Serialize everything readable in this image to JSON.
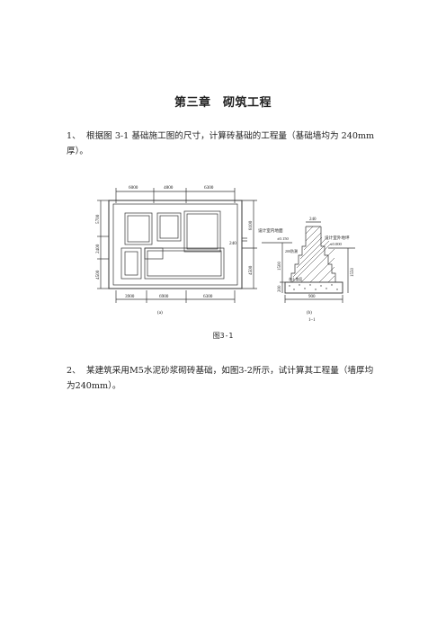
{
  "document": {
    "chapter_title": "第三章　砌筑工程",
    "questions": [
      {
        "number": "1、",
        "text": "根据图 3-1 基础施工图的尺寸，计算砖基础的工程量（基础墙均为 240mm 厚）。"
      },
      {
        "number": "2、",
        "text": "某建筑采用M5水泥砂浆砌砖基础，如图3-2所示，试计算其工程量（墙厚均为240mm）。"
      }
    ],
    "figure": {
      "caption": "图3-1",
      "plan": {
        "label": "(a)",
        "top_dims": [
          "6000",
          "4800",
          "6300"
        ],
        "bottom_dims": [
          "3900",
          "6900",
          "6300"
        ],
        "left_dims": [
          "5700",
          "2400",
          "4500"
        ],
        "right_dims": [
          "8100",
          "4500"
        ],
        "marker": "240"
      },
      "section": {
        "label": "(b)",
        "sub_label": "1–1",
        "indoor_label": "设计室内地面",
        "indoor_elev": "±0.150",
        "outdoor_label": "设计室外地坪",
        "outdoor_elev": "±0.000",
        "wall_thickness": "240",
        "layer_note": "200防潮",
        "bottom_note": "灰土垫层",
        "left_dims": [
          "1500",
          "200"
        ],
        "right_dim": "1550",
        "base_width": "900"
      }
    }
  }
}
